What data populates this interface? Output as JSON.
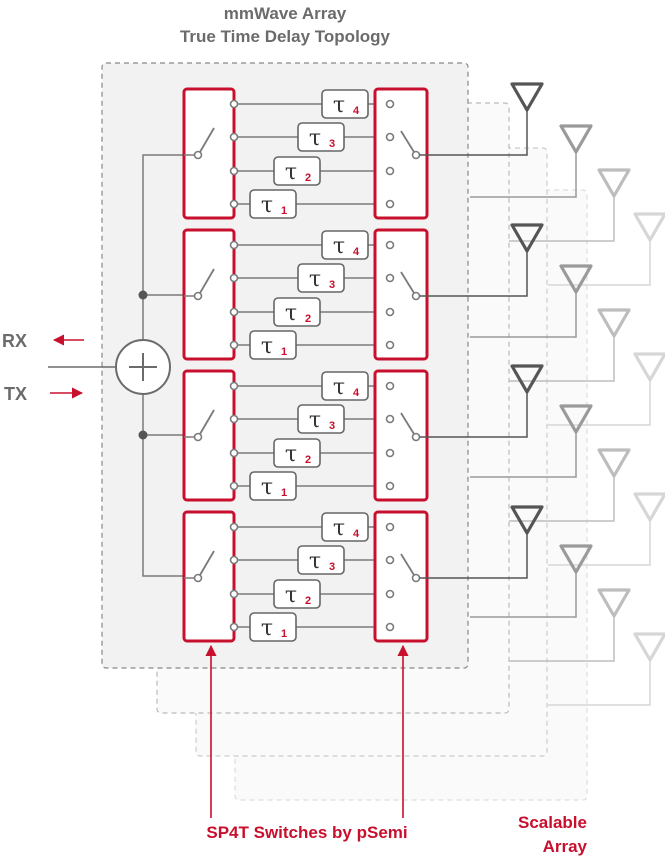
{
  "title": {
    "line1": "mmWave Array",
    "line2": "True Time Delay Topology"
  },
  "io": {
    "rx": "RX",
    "tx": "TX"
  },
  "delay_symbol": "τ",
  "delay_indices": [
    "4",
    "3",
    "2",
    "1"
  ],
  "channels": 4,
  "annotations": {
    "switches": "SP4T Switches by pSemi",
    "scalable_line1": "Scalable",
    "scalable_line2": "Array"
  },
  "colors": {
    "switch_border": "#c8102e",
    "label_red": "#c8102e",
    "wire": "#7a7a7a",
    "text_gray": "#6b6b6b"
  },
  "icons": {
    "combiner": "summing-junction-icon",
    "antenna": "antenna-triangle-icon",
    "arrow": "arrow-icon"
  }
}
